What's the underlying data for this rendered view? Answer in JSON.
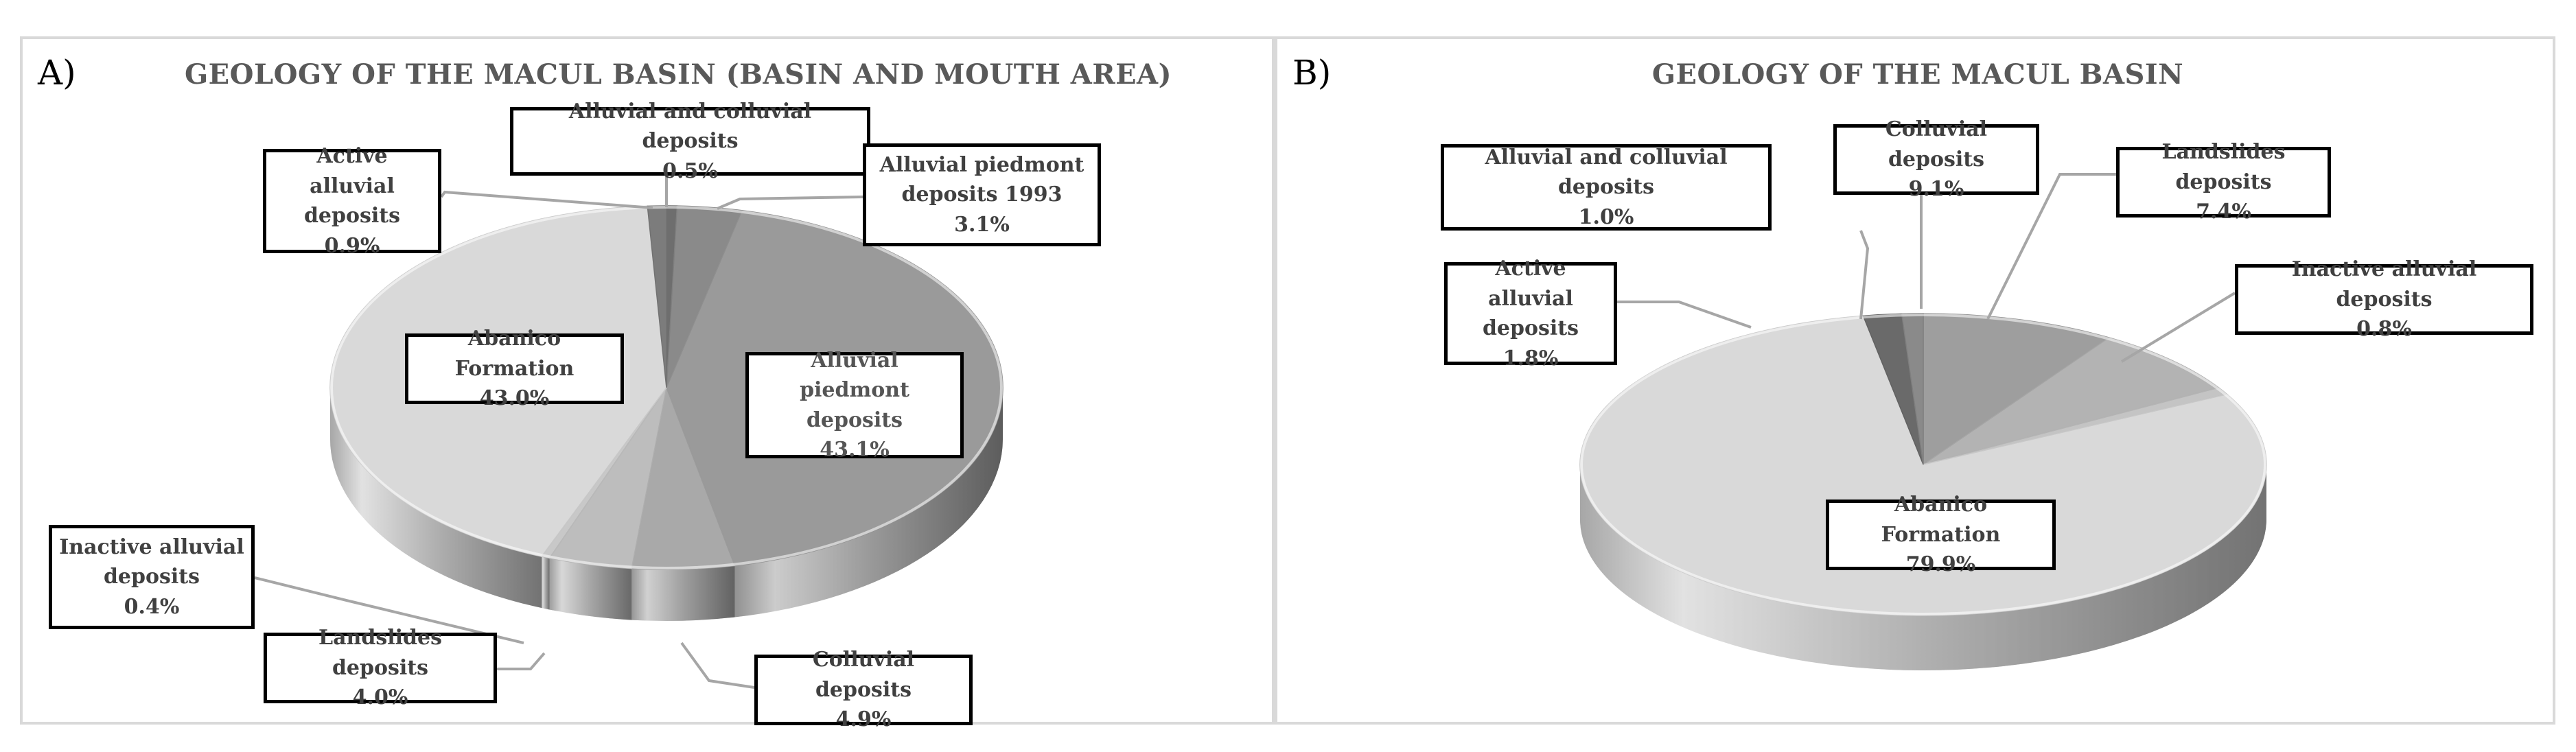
{
  "chart_data": [
    {
      "type": "pie",
      "panel_label": "A)",
      "title": "GEOLOGY OF THE MACUL BASIN (BASIN AND MOUTH AREA)",
      "slices": [
        {
          "name": "Alluvial and colluvial deposits",
          "value": 0.5,
          "value_label": "0.5%",
          "color": "#6e6e6e"
        },
        {
          "name": "Alluvial piedmont deposits 1993",
          "value": 3.1,
          "value_label": "3.1%",
          "color": "#8a8a8a"
        },
        {
          "name": "Alluvial piedmont deposits",
          "value": 43.1,
          "value_label": "43.1%",
          "color": "#9a9a9a"
        },
        {
          "name": "Colluvial deposits",
          "value": 4.9,
          "value_label": "4.9%",
          "color": "#a9a9a9"
        },
        {
          "name": "Landslides deposits",
          "value": 4.0,
          "value_label": "4.0%",
          "color": "#bdbdbd"
        },
        {
          "name": "Inactive alluvial deposits",
          "value": 0.4,
          "value_label": "0.4%",
          "color": "#c8c8c8"
        },
        {
          "name": "Abanico Formation",
          "value": 43.0,
          "value_label": "43.0%",
          "color": "#d9d9d9"
        },
        {
          "name": "Active alluvial deposits",
          "value": 0.9,
          "value_label": "0.9%",
          "color": "#7c7c7c"
        }
      ]
    },
    {
      "type": "pie",
      "panel_label": "B)",
      "title": "GEOLOGY OF THE MACUL BASIN",
      "slices": [
        {
          "name": "Colluvial deposits",
          "value": 9.1,
          "value_label": "9.1%",
          "color": "#9e9e9e"
        },
        {
          "name": "Landslides deposits",
          "value": 7.4,
          "value_label": "7.4%",
          "color": "#b3b3b3"
        },
        {
          "name": "Inactive alluvial deposits",
          "value": 0.8,
          "value_label": "0.8%",
          "color": "#c4c4c4"
        },
        {
          "name": "Abanico Formation",
          "value": 79.9,
          "value_label": "79.9%",
          "color": "#d9d9d9"
        },
        {
          "name": "Active alluvial deposits",
          "value": 1.8,
          "value_label": "1.8%",
          "color": "#6a6a6a"
        },
        {
          "name": "Alluvial and colluvial deposits",
          "value": 1.0,
          "value_label": "1.0%",
          "color": "#8a8a8a"
        }
      ]
    }
  ]
}
